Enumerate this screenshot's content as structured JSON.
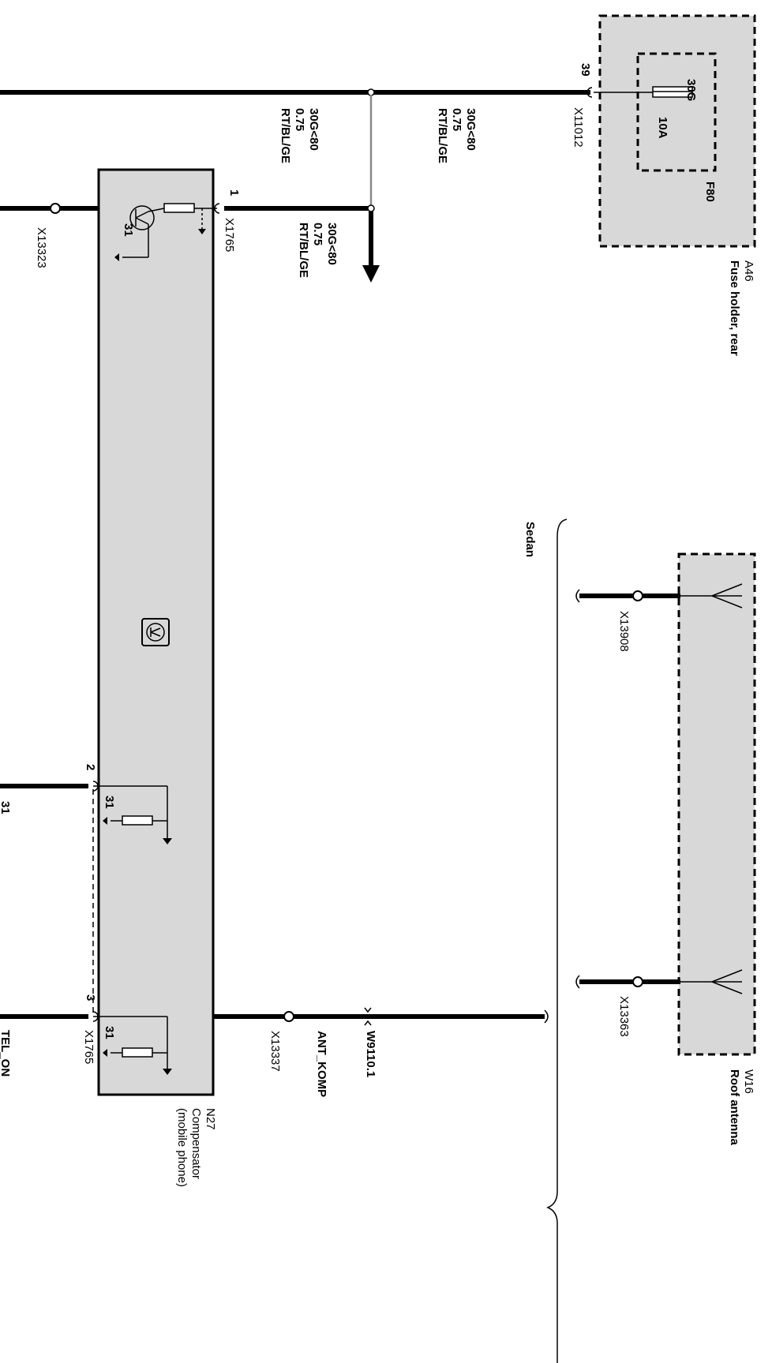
{
  "wire_top": {
    "color": "30G<80",
    "size": "0.75",
    "code": "RT/BL/GE"
  },
  "wire_top_right": {
    "color": "30G<80",
    "size": "0.75",
    "code": "RT/BL/GE"
  },
  "wire_mid": {
    "color": "30G<80",
    "size": "0.75",
    "code": "RT/BL/GE"
  },
  "fuse_holder": {
    "id": "A46",
    "name": "Fuse holder, rear",
    "fuse_id": "F80",
    "rating": "10A",
    "terminal": "30G",
    "pin": "39",
    "connector": "X11012"
  },
  "compensator": {
    "id": "N27",
    "name_line1": "Compensator",
    "name_line2": "(mobile phone)",
    "connector": "X1765",
    "pin1": "1",
    "pin2": "2",
    "pin3": "3",
    "ground": "31"
  },
  "connectors": {
    "x13323": "X13323",
    "x13337": "X13337",
    "x13908": "X13908",
    "x13363": "X13363",
    "w9110": "W9110.1"
  },
  "signals": {
    "ant_komp": "ANT_KOMP",
    "tel_on": "TEL_ON",
    "ground31": "31"
  },
  "antenna": {
    "id": "W16",
    "name": "Roof antenna"
  },
  "variant": {
    "name": "Sedan"
  }
}
